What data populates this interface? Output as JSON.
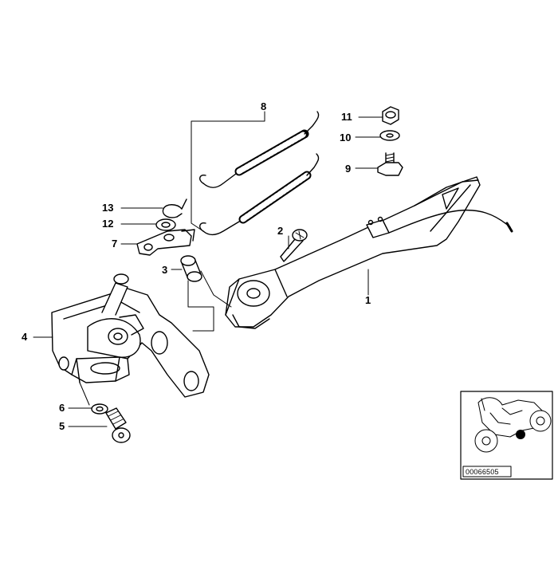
{
  "diagram": {
    "callouts": [
      {
        "id": "1",
        "label": "1"
      },
      {
        "id": "2",
        "label": "2"
      },
      {
        "id": "3",
        "label": "3"
      },
      {
        "id": "4",
        "label": "4"
      },
      {
        "id": "5",
        "label": "5"
      },
      {
        "id": "6",
        "label": "6"
      },
      {
        "id": "7",
        "label": "7"
      },
      {
        "id": "8",
        "label": "8"
      },
      {
        "id": "9",
        "label": "9"
      },
      {
        "id": "10",
        "label": "10"
      },
      {
        "id": "11",
        "label": "11"
      },
      {
        "id": "12",
        "label": "12"
      },
      {
        "id": "13",
        "label": "13"
      }
    ],
    "inset": {
      "reference_code": "00066505",
      "marker_color": "#000000"
    },
    "line_color": "#000000",
    "fill_color": "#ffffff"
  }
}
